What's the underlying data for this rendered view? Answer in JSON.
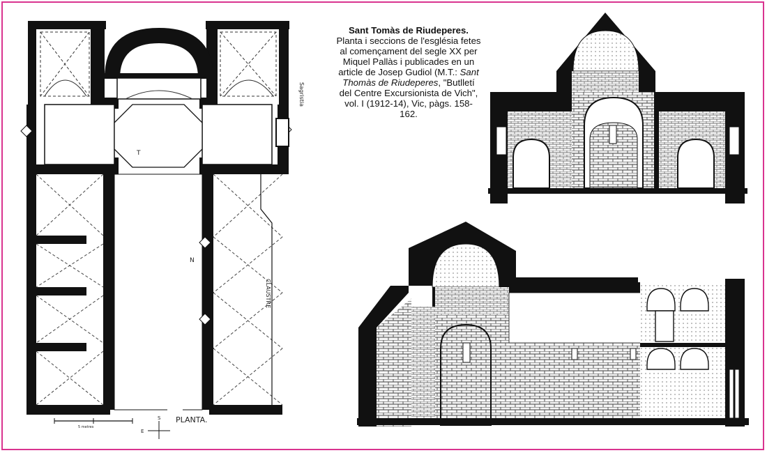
{
  "caption": {
    "title": "Sant Tomàs de Riudeperes.",
    "text1": " Planta i seccions de l'església fetes al començament del segle XX per Miquel Pallàs i publicades en un article de Josep Gudiol (M.T.: ",
    "italic": "Sant Thomàs de Riudeperes",
    "text2": ", \"Butlletí del Centre Excursionista de Vich\", vol. I (1912-14), Vic, pàgs. 158-162."
  },
  "plan": {
    "label_planta": "PLANTA.",
    "label_sagristia": "Sagristia",
    "label_claustre": "CLAUSTRE",
    "label_scale": "5 metres",
    "mark_t": "T",
    "mark_n": "N",
    "compass_s": "S",
    "compass_e": "E"
  },
  "colors": {
    "frame": "#d9338f",
    "ink": "#111111",
    "hatch": "#555555"
  }
}
